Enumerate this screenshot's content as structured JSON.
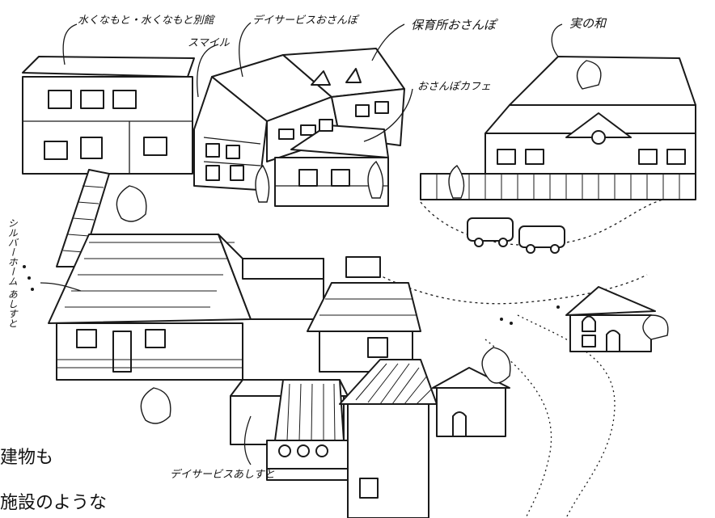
{
  "labels": {
    "mizunamoto": "水くなもと・水くなもと別館",
    "smile": "スマイル",
    "dayservice_osanpo": "デイサービスおさんぽ",
    "hoikusho_osanpo": "保育所おさんぽ",
    "osanpo_cafe": "おさんぽカフェ",
    "minowa": "実の和",
    "silver_home": "シルバーホーム あしすと",
    "dayservice_ashisuto": "デイサービスあしすと"
  },
  "caption": {
    "line1": "建物も",
    "line2": "施設のような"
  },
  "colors": {
    "ink": "#1a1a1a",
    "paper": "#ffffff"
  }
}
